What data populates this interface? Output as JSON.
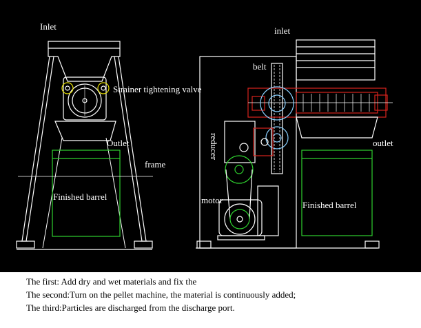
{
  "left_view": {
    "labels": {
      "inlet": "Inlet",
      "strainer_valve": "Strainer tightening valve",
      "outlet": "Outlet",
      "frame": "frame",
      "finished_barrel": "Finished barrel"
    }
  },
  "right_view": {
    "labels": {
      "inlet": "inlet",
      "belt": "belt",
      "reducer": "reducer",
      "motor": "motor",
      "outlet": "outlet",
      "finished_barrel": "Finished barrel"
    }
  },
  "instructions": [
    "The first: Add dry and wet materials and fix the",
    "The second:Turn on the pellet machine, the material is continuously added;",
    "The third:Particles are discharged from the discharge port."
  ],
  "colors": {
    "background": "#000000",
    "line": "#ffffff",
    "barrel": "#2fd12f",
    "rotor": "#d8231d",
    "gear": "#8ad0ff",
    "accent_yellow": "#e8e000",
    "notes_background": "#ffffff"
  }
}
